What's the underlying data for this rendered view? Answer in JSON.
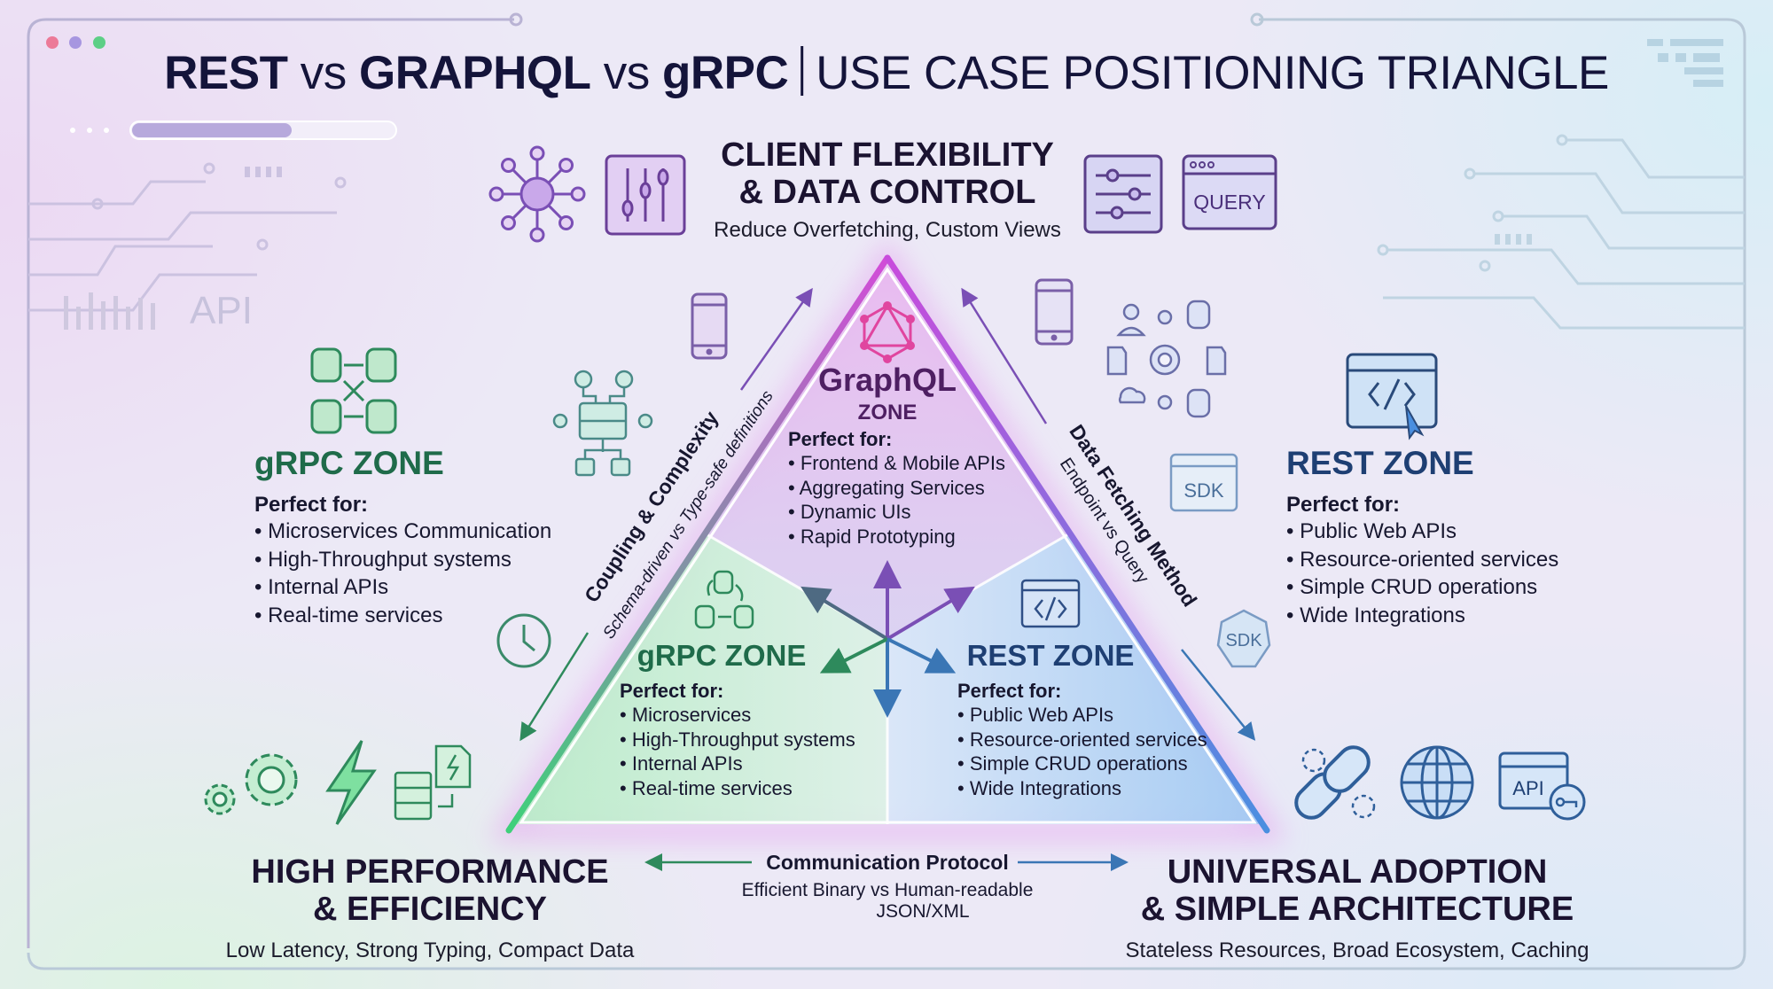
{
  "title": {
    "rest": "REST",
    "vs1": "vs",
    "graphql": "GRAPHQL",
    "vs2": "vs",
    "grpc": "gRPC",
    "subtitle": "USE CASE POSITIONING TRIANGLE"
  },
  "decor": {
    "api_watermark": "API"
  },
  "top_vertex": {
    "heading_line1": "CLIENT FLEXIBILITY",
    "heading_line2": "& DATA CONTROL",
    "subtitle": "Reduce Overfetching, Custom Views",
    "query_label": "QUERY"
  },
  "bottom_left_vertex": {
    "heading_line1": "HIGH PERFORMANCE",
    "heading_line2": "& EFFICIENCY",
    "subtitle": "Low Latency, Strong Typing, Compact Data"
  },
  "bottom_right_vertex": {
    "heading_line1": "UNIVERSAL ADOPTION",
    "heading_line2": "& SIMPLE ARCHITECTURE",
    "subtitle": "Stateless Resources, Broad Ecosystem, Caching",
    "api_label": "API"
  },
  "outer_grpc": {
    "title": "gRPC ZONE",
    "perfect_for": "Perfect for:",
    "items": [
      "Microservices Communication",
      "High-Throughput systems",
      "Internal APIs",
      "Real-time services"
    ]
  },
  "outer_rest": {
    "title": "REST ZONE",
    "perfect_for": "Perfect for:",
    "items": [
      "Public Web APIs",
      "Resource-oriented services",
      "Simple CRUD operations",
      "Wide Integrations"
    ],
    "sdk_label": "SDK",
    "sdk_badge": "SDK"
  },
  "inner_graphql": {
    "title": "GraphQL",
    "zone": "ZONE",
    "perfect_for": "Perfect for:",
    "items": [
      "Frontend & Mobile APIs",
      "Aggregating Services",
      "Dynamic UIs",
      "Rapid Prototyping"
    ]
  },
  "inner_grpc": {
    "title": "gRPC ZONE",
    "perfect_for": "Perfect for:",
    "items": [
      "Microservices",
      "High-Throughput systems",
      "Internal APIs",
      "Real-time services"
    ]
  },
  "inner_rest": {
    "title": "REST ZONE",
    "perfect_for": "Perfect for:",
    "items": [
      "Public Web APIs",
      "Resource-oriented services",
      "Simple CRUD operations",
      "Wide Integrations"
    ]
  },
  "axes": {
    "left": {
      "label": "Coupling & Complexity",
      "sub": "Schema-driven vs Type-safe definitions"
    },
    "right": {
      "label": "Data Fetching Method",
      "sub": "Endpoint vs Query"
    },
    "bottom": {
      "label": "Communication Protocol",
      "sub_line1": "Efficient Binary vs Human-readable",
      "sub_line2": "JSON/XML"
    }
  },
  "colors": {
    "navy": "#14143a",
    "purple": "#7a4fb5",
    "green": "#2e8a5c",
    "blue": "#2f5f9a",
    "pink": "#d94fa8"
  }
}
